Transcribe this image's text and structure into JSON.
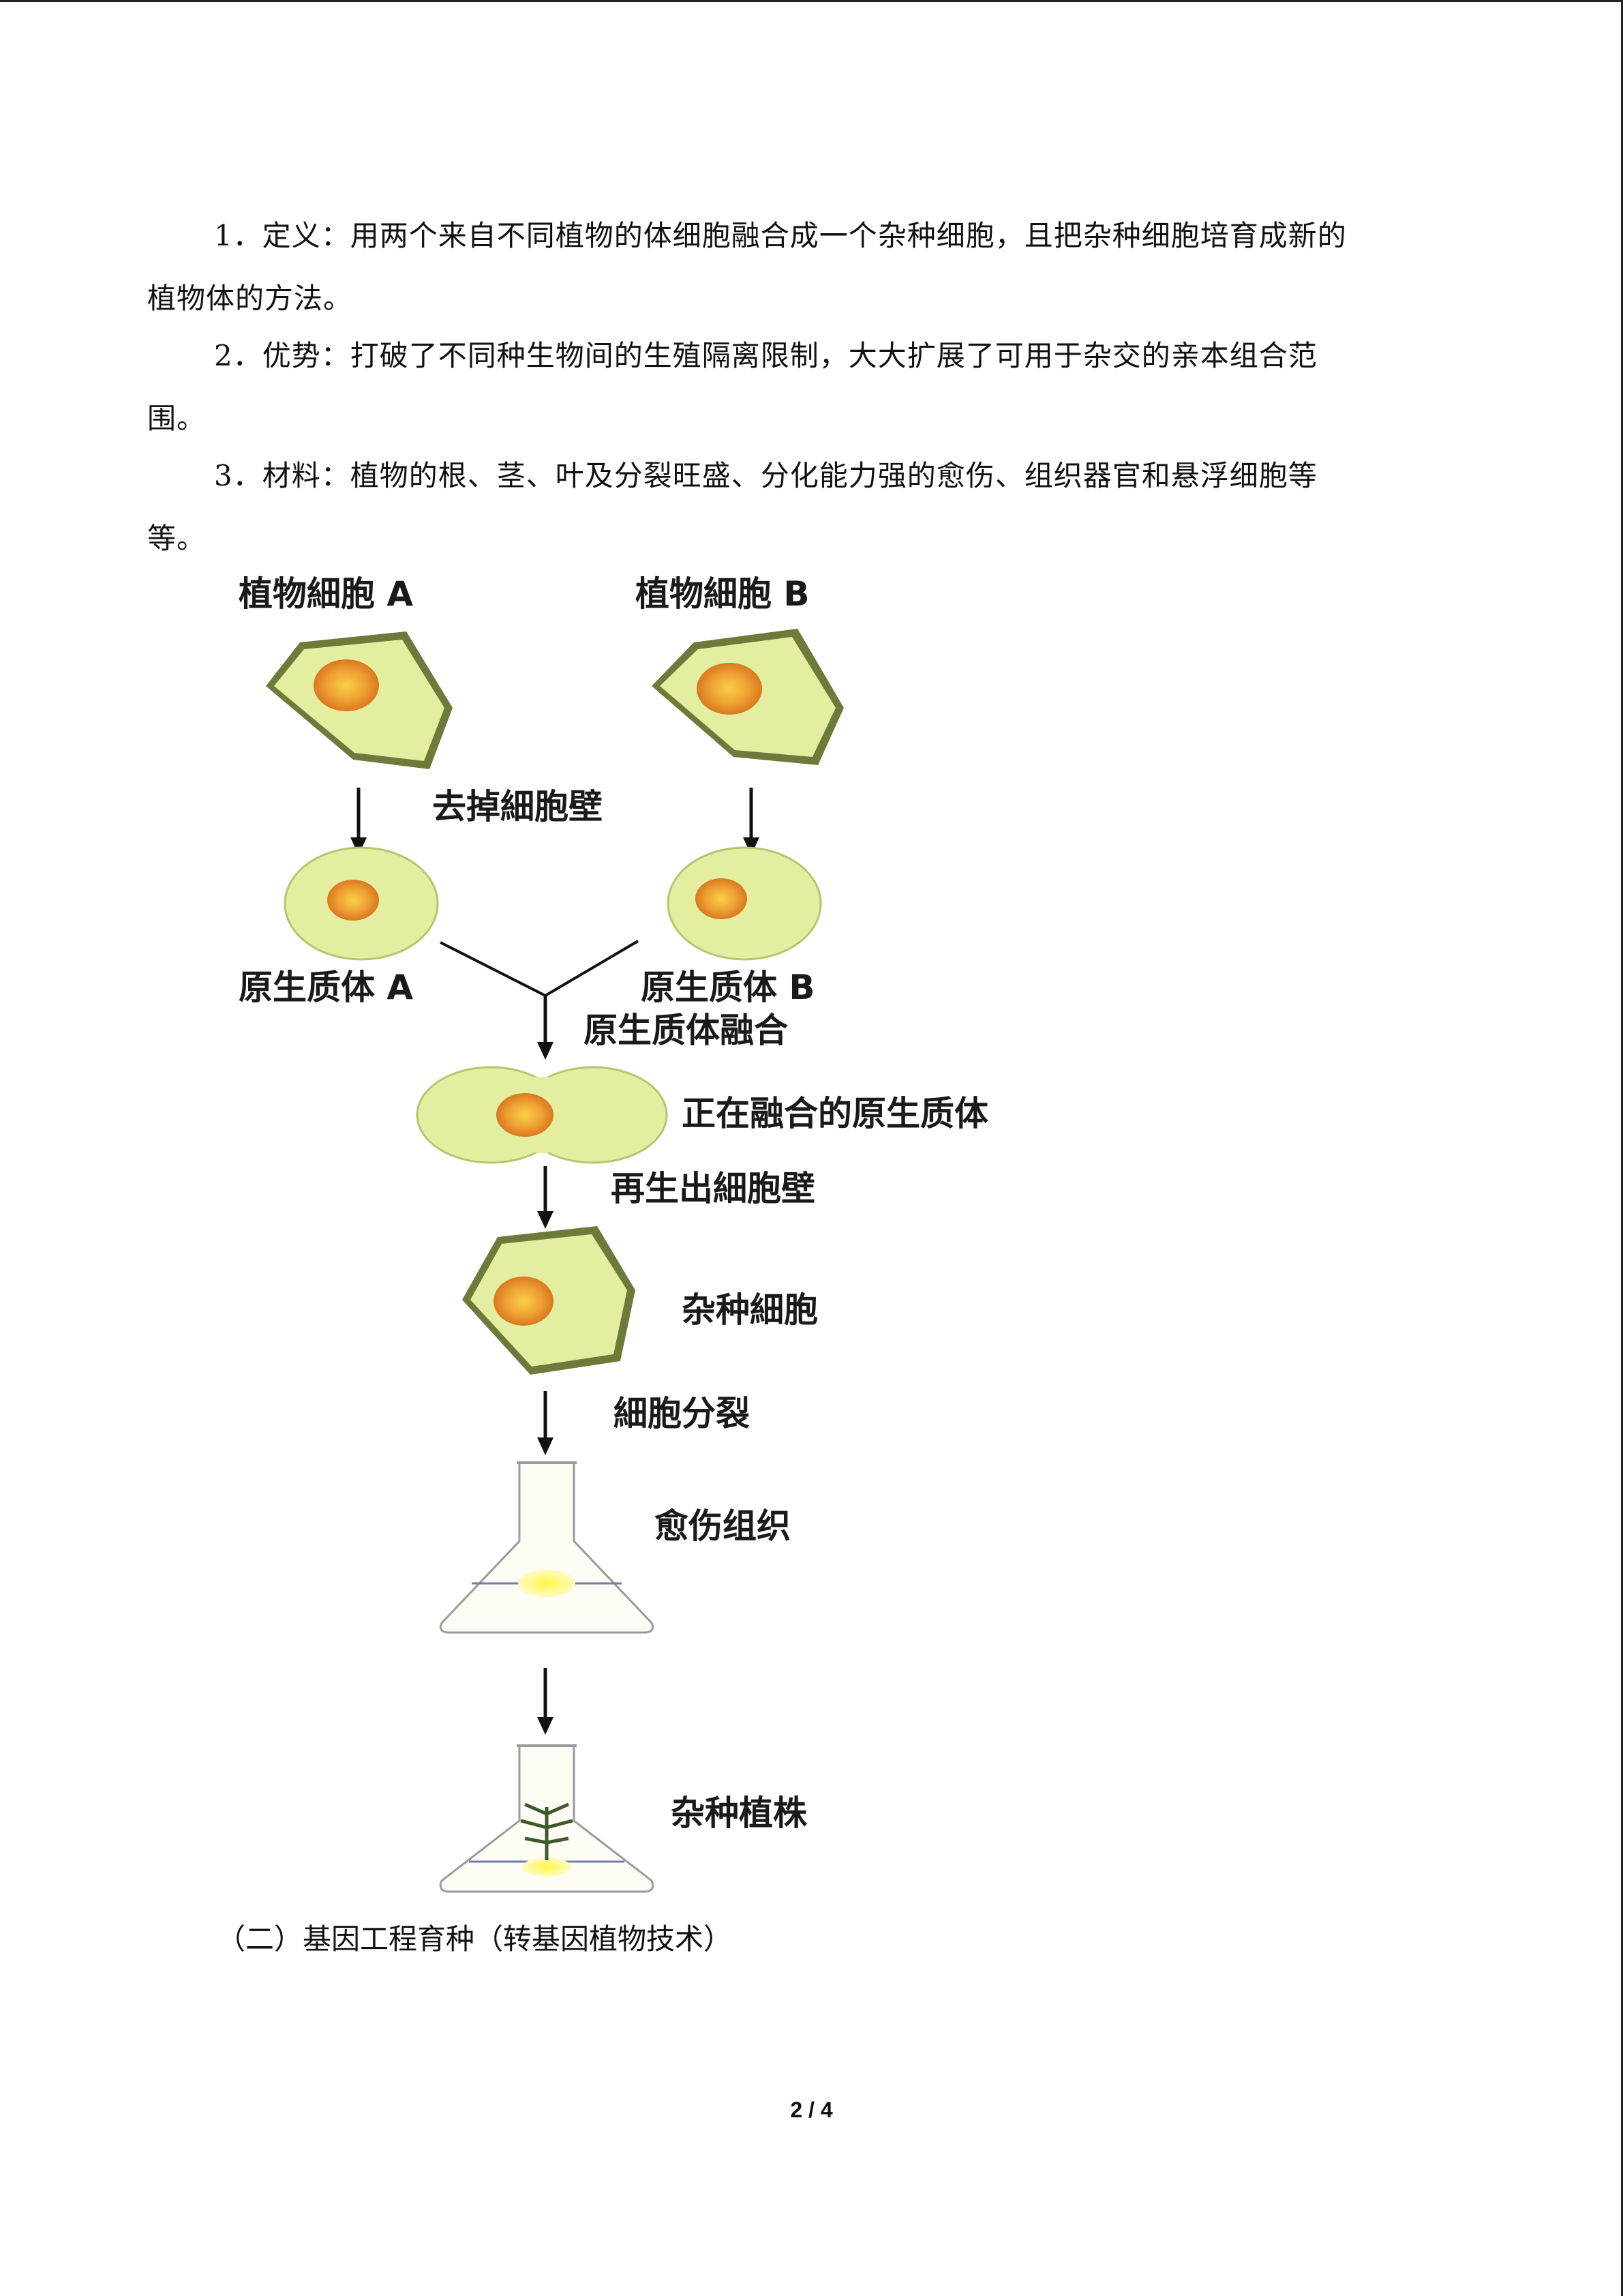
{
  "paragraphs": [
    {
      "line1": "1．定义：用两个来自不同植物的体细胞融合成一个杂种细胞，且把杂种细胞培育成新的",
      "line2": "植物体的方法。"
    },
    {
      "line1": "2．优势：打破了不同种生物间的生殖隔离限制，大大扩展了可用于杂交的亲本组合范",
      "line2": "围。"
    },
    {
      "line1": "3．材料：植物的根、茎、叶及分裂旺盛、分化能力强的愈伤、组织器官和悬浮细胞等",
      "line2": "等。"
    }
  ],
  "diagram": {
    "cell_a": "植物細胞 A",
    "cell_b": "植物細胞 B",
    "remove_wall": "去掉細胞壁",
    "protoplast_a": "原生质体 A",
    "protoplast_b": "原生质体 B",
    "fusion": "原生质体融合",
    "fusing": "正在融合的原生质体",
    "regenerate_wall": "再生出細胞壁",
    "hybrid_cell": "杂种細胞",
    "division": "細胞分裂",
    "callus": "愈伤组织",
    "hybrid_plant": "杂种植株"
  },
  "section_heading": "（二）基因工程育种（转基因植物技术）",
  "page_number": "2 / 4",
  "colors": {
    "cell_fill": "#e3eea0",
    "cell_wall": "#6e7a3a",
    "nucleus": "#e8922e",
    "nucleus_center": "#f6c340",
    "callus": "#fff23a"
  }
}
